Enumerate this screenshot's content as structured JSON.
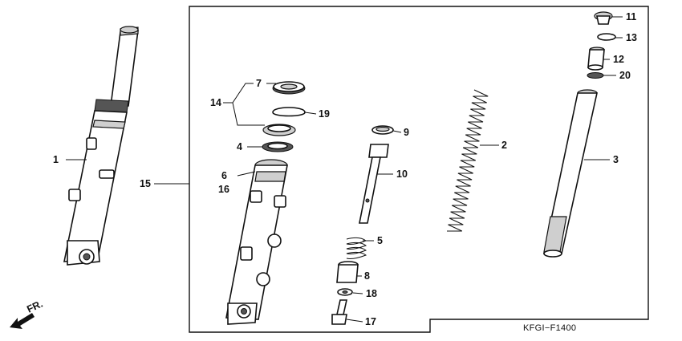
{
  "diagram": {
    "code": "KFGI−F1400",
    "direction_label": "FR."
  },
  "callouts": {
    "c1": "1",
    "c2": "2",
    "c3": "3",
    "c4": "4",
    "c5": "5",
    "c6": "6",
    "c16": "16",
    "c7": "7",
    "c8": "8",
    "c9": "9",
    "c10": "10",
    "c11": "11",
    "c12": "12",
    "c13": "13",
    "c14": "14",
    "c15": "15",
    "c17": "17",
    "c18": "18",
    "c19": "19",
    "c20": "20"
  },
  "colors": {
    "line": "#111111",
    "background": "#ffffff",
    "shade": "#cfcfcf"
  }
}
